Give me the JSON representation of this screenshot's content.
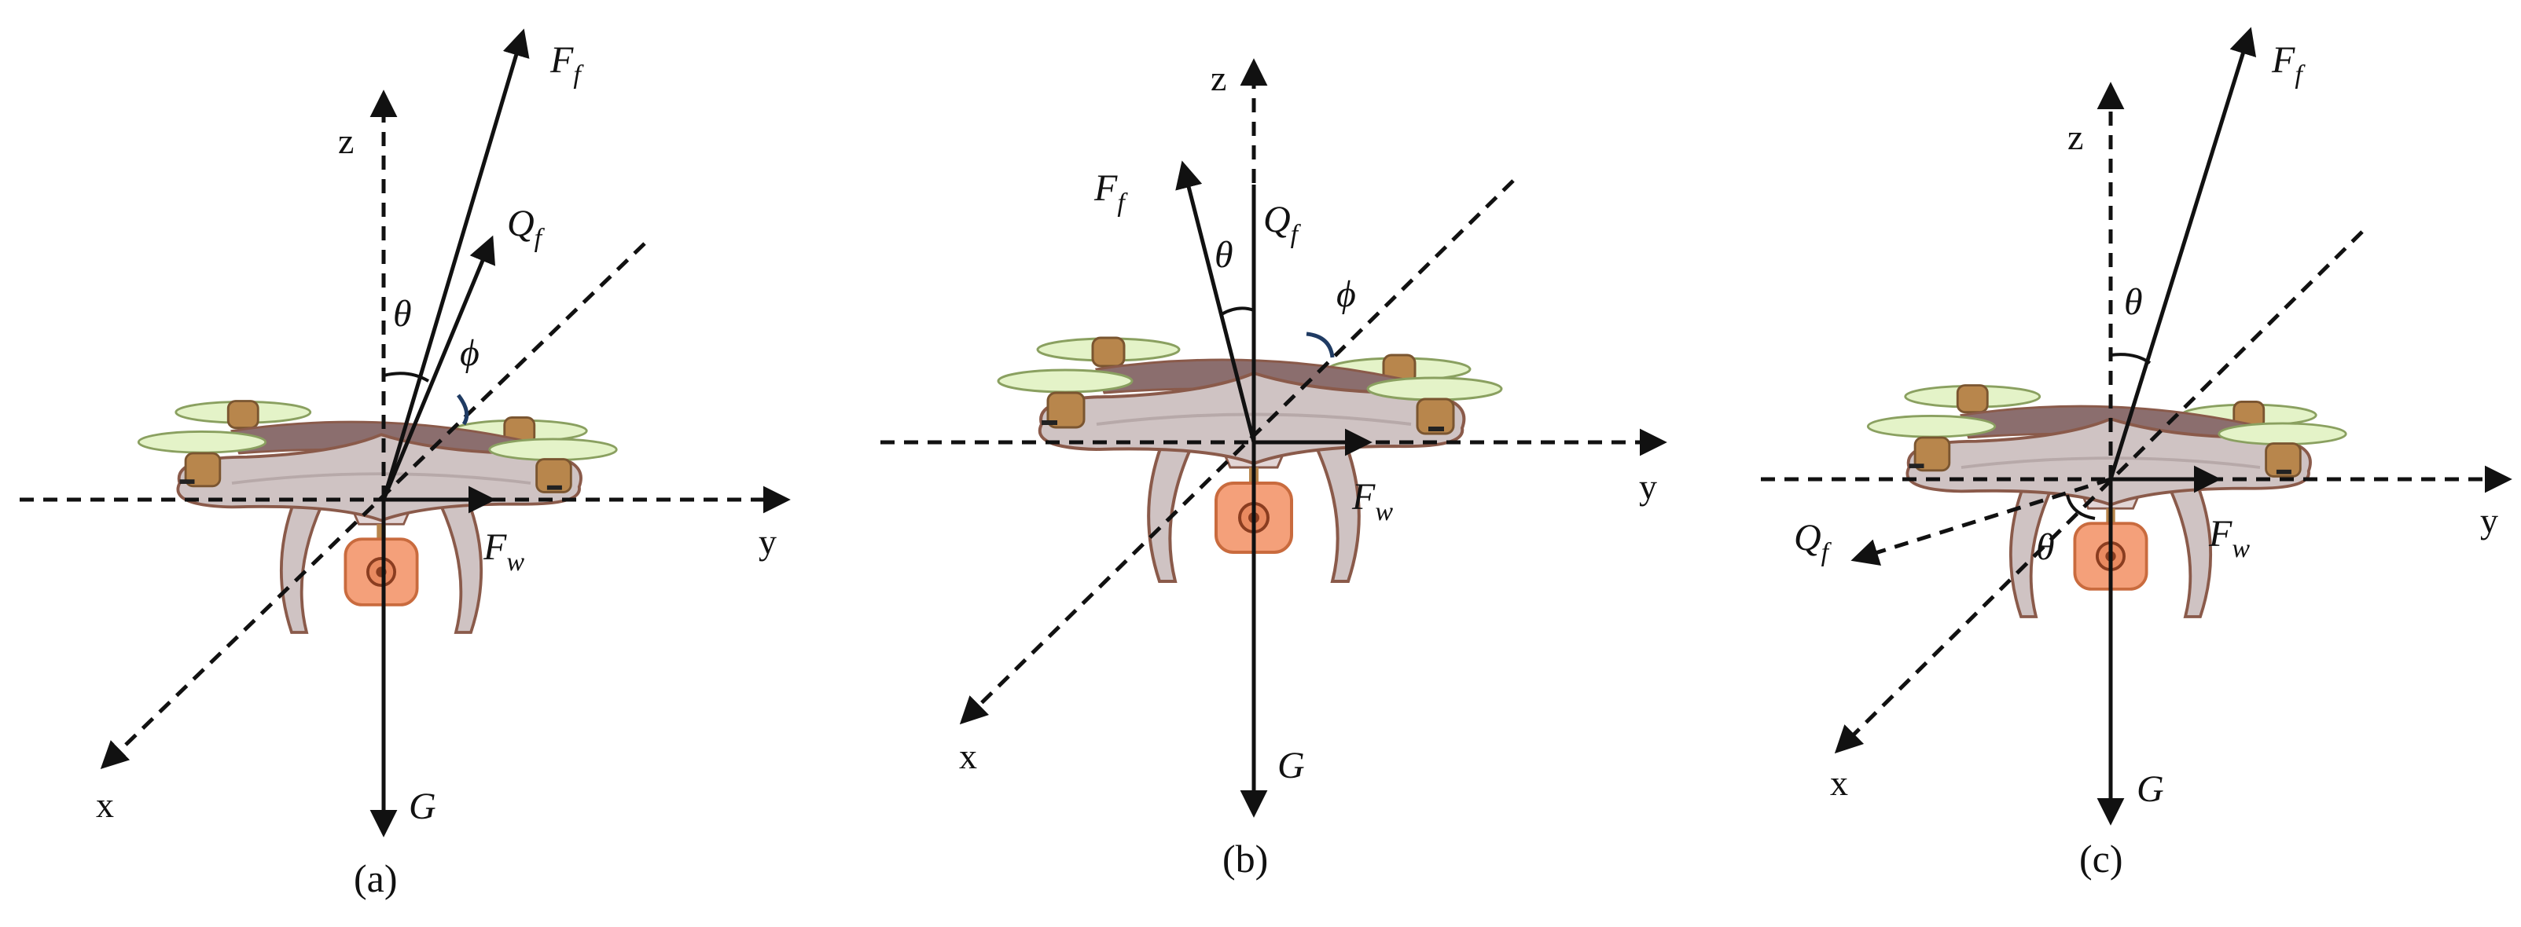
{
  "panels": [
    {
      "caption": "(a)",
      "axis_labels": {
        "x": "x",
        "y": "y",
        "z": "z"
      },
      "forces": {
        "Ff": {
          "main": "F",
          "sub": "f"
        },
        "Qf": {
          "main": "Q",
          "sub": "f"
        },
        "Fw": {
          "main": "F",
          "sub": "w"
        },
        "G": "G"
      },
      "angles": {
        "theta": "θ",
        "phi": "ϕ"
      }
    },
    {
      "caption": "(b)",
      "axis_labels": {
        "x": "x",
        "y": "y",
        "z": "z"
      },
      "forces": {
        "Ff": {
          "main": "F",
          "sub": "f"
        },
        "Qf": {
          "main": "Q",
          "sub": "f"
        },
        "Fw": {
          "main": "F",
          "sub": "w"
        },
        "G": "G"
      },
      "angles": {
        "theta": "θ",
        "phi": "ϕ"
      }
    },
    {
      "caption": "(c)",
      "axis_labels": {
        "x": "x",
        "y": "y",
        "z": "z"
      },
      "forces": {
        "Ff": {
          "main": "F",
          "sub": "f"
        },
        "Qf": {
          "main": "Q",
          "sub": "f"
        },
        "Fw": {
          "main": "F",
          "sub": "w"
        },
        "G": "G"
      },
      "angles": {
        "theta": "θ",
        "theta2": "θ"
      }
    }
  ],
  "colors": {
    "body": "#cfc3c3",
    "body_dark": "#8b6e6e",
    "outline": "#8a5a4a",
    "propeller": "#e4f3c8",
    "motor": "#b8864c",
    "camera": "#f4a07a",
    "angle_arc": "#1f3b63"
  }
}
